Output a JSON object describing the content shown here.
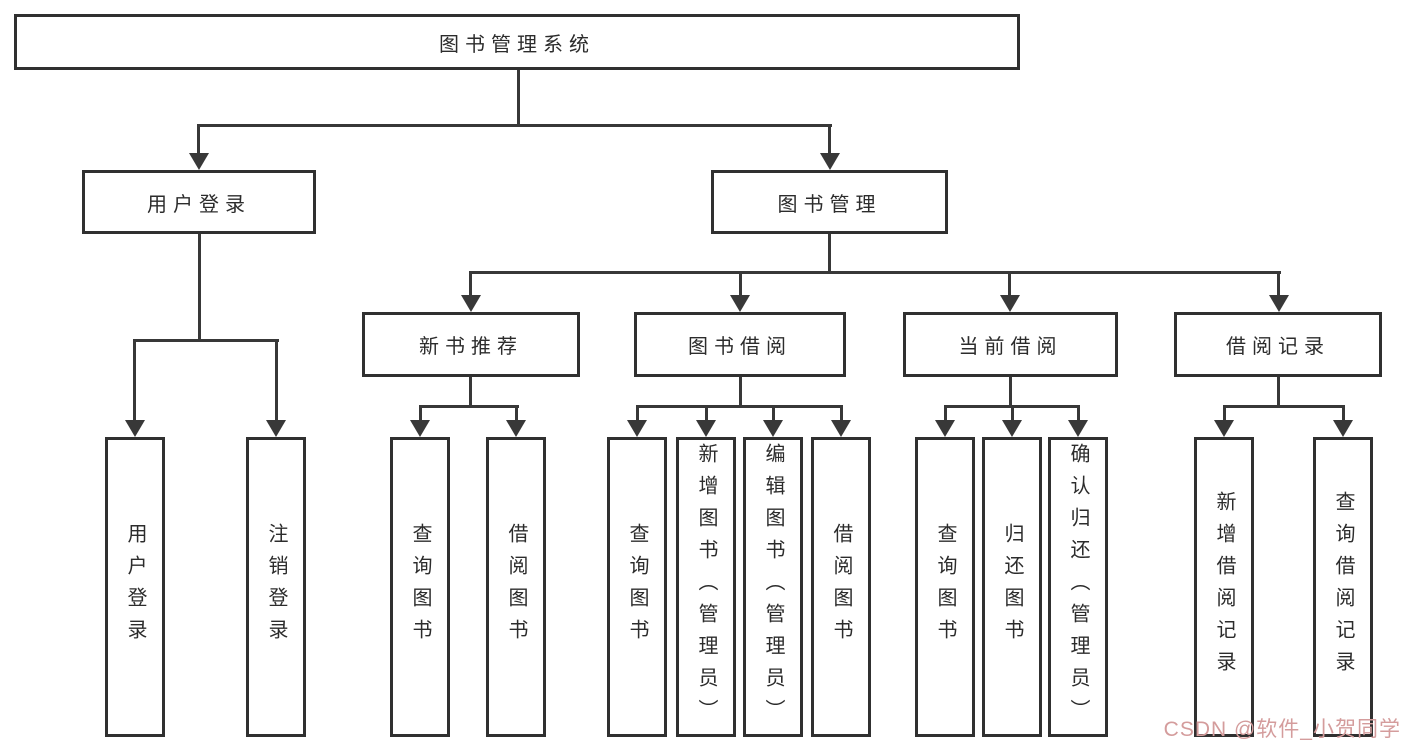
{
  "nodes": {
    "root": "图书管理系统",
    "user_login": "用户登录",
    "book_mgmt": "图书管理",
    "new_book_rec": "新书推荐",
    "book_borrow": "图书借阅",
    "current_borrow": "当前借阅",
    "borrow_record": "借阅记录",
    "leaf_user_login": "用户登录",
    "leaf_logout": "注销登录",
    "leaf_nb_query": "查询图书",
    "leaf_nb_borrow": "借阅图书",
    "leaf_bb_query": "查询图书",
    "leaf_bb_add": "新增图书（管理员）",
    "leaf_bb_edit": "编辑图书（管理员）",
    "leaf_bb_borrow": "借阅图书",
    "leaf_cb_query": "查询图书",
    "leaf_cb_return": "归还图书",
    "leaf_cb_confirm": "确认归还（管理员）",
    "leaf_br_add": "新增借阅记录",
    "leaf_br_query": "查询借阅记录"
  },
  "watermark": {
    "text": "CSDN @软件_小贺同学",
    "color": "#d49c9c"
  },
  "colors": {
    "background": "#ffffff",
    "line": "#383838",
    "box_border": "#303030",
    "text": "#2c2c2c"
  }
}
